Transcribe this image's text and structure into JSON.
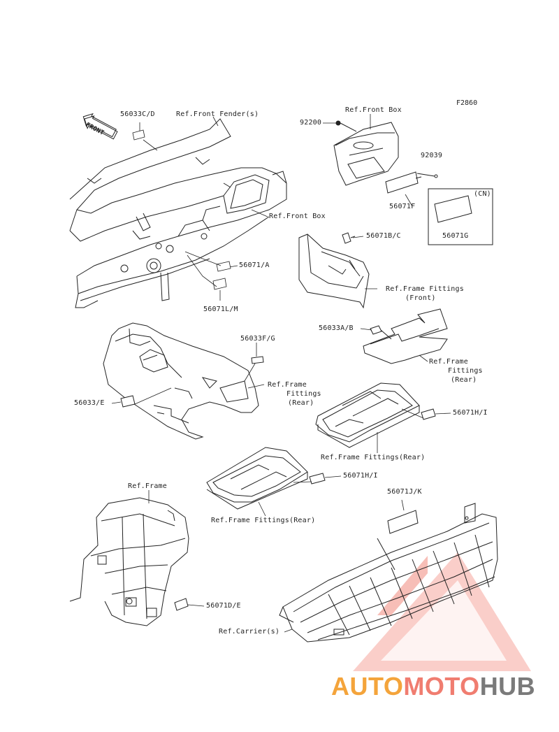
{
  "figure_code": "F2860",
  "front_arrow_text": "FRONT",
  "labels": {
    "l_56033cd": "56033C/D",
    "l_ref_front_fender": "Ref.Front Fender(s)",
    "l_ref_front_box_top": "Ref.Front Box",
    "l_92200": "92200",
    "l_92039": "92039",
    "l_56071f": "56071F",
    "l_cn": "(CN)",
    "l_56071g": "56071G",
    "l_ref_front_box_mid": "Ref.Front Box",
    "l_56071bc": "56071B/C",
    "l_56071a": "56071/A",
    "l_ref_frame_fittings_front_1": "Ref.Frame Fittings",
    "l_ref_frame_fittings_front_2": "(Front)",
    "l_56071lm": "56071L/M",
    "l_56033ab": "56033A/B",
    "l_ref_ff_rear_a1": "Ref.Frame",
    "l_ref_ff_rear_a2": "Fittings",
    "l_ref_ff_rear_a3": "(Rear)",
    "l_56033fg": "56033F/G",
    "l_ref_ff_rear_b1": "Ref.Frame",
    "l_ref_ff_rear_b2": "Fittings",
    "l_ref_ff_rear_b3": "(Rear)",
    "l_56033e": "56033/E",
    "l_56071hi_1": "56071H/I",
    "l_ref_ff_rear_c": "Ref.Frame Fittings(Rear)",
    "l_56071hi_2": "56071H/I",
    "l_ref_ff_rear_d": "Ref.Frame Fittings(Rear)",
    "l_ref_frame": "Ref.Frame",
    "l_56071jk": "56071J/K",
    "l_56071de": "56071D/E",
    "l_ref_carriers": "Ref.Carrier(s)"
  },
  "watermark": {
    "part1": "AUTO",
    "part2": "MOTO",
    "part3": "HUB"
  }
}
